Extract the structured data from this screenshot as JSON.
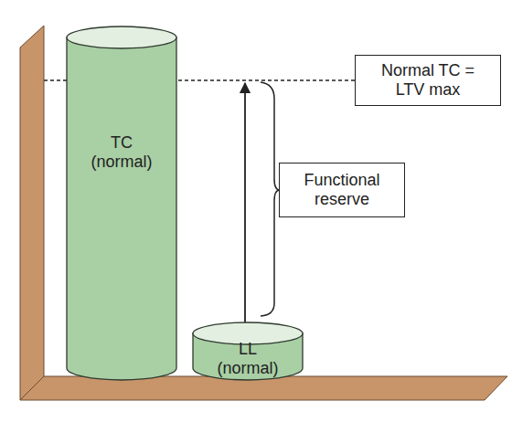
{
  "diagram": {
    "nodes": [
      {
        "text": [
          "TC (normal)"
        ]
      },
      {
        "text": [
          "LL (normal)"
        ]
      },
      {
        "text": [
          "Normal TC = LTV max"
        ]
      },
      {
        "text": [
          "Functional reserve"
        ]
      }
    ]
  }
}
